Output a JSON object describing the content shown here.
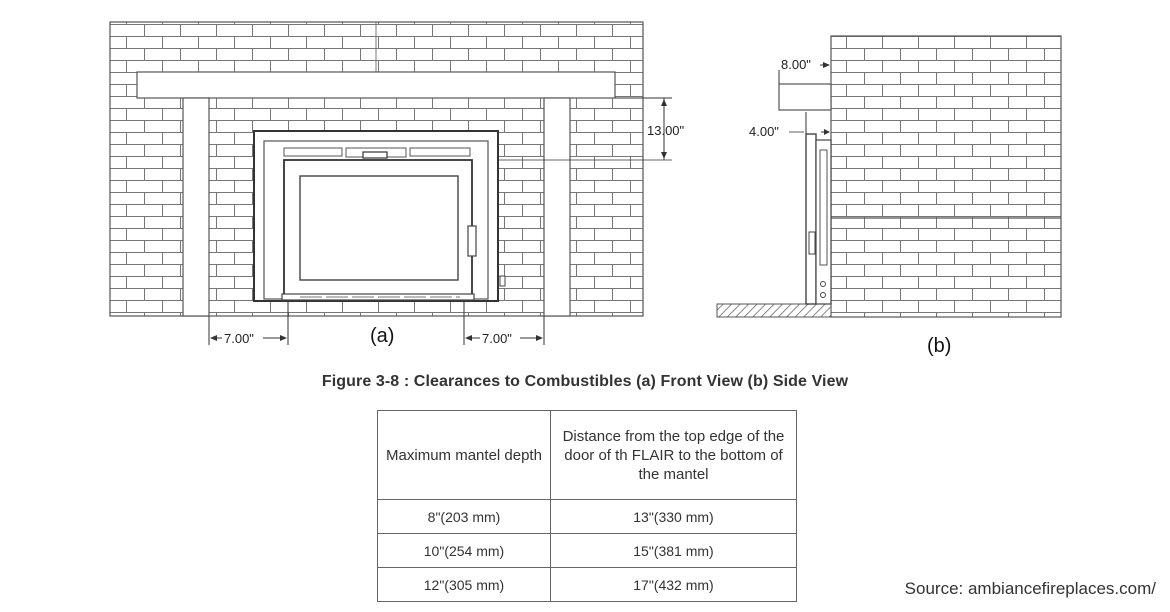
{
  "figure": {
    "front_view_label": "(a)",
    "side_view_label": "(b)",
    "dimensions": {
      "mantel_to_door": "13.00\"",
      "left_clearance": "7.00\"",
      "right_clearance": "7.00\"",
      "mantel_depth": "8.00\"",
      "side_clearance": "4.00\""
    },
    "caption": "Figure 3-8 : Clearances to Combustibles (a) Front View (b) Side View"
  },
  "table": {
    "headers": [
      "Maximum mantel depth",
      "Distance from the top edge of the door of th FLAIR to the bottom of the mantel"
    ],
    "rows": [
      [
        "8\"(203 mm)",
        "13\"(330 mm)"
      ],
      [
        "10\"(254 mm)",
        "15\"(381 mm)"
      ],
      [
        "12\"(305 mm)",
        "17\"(432 mm)"
      ]
    ]
  },
  "source": "Source: ambiancefireplaces.com/"
}
